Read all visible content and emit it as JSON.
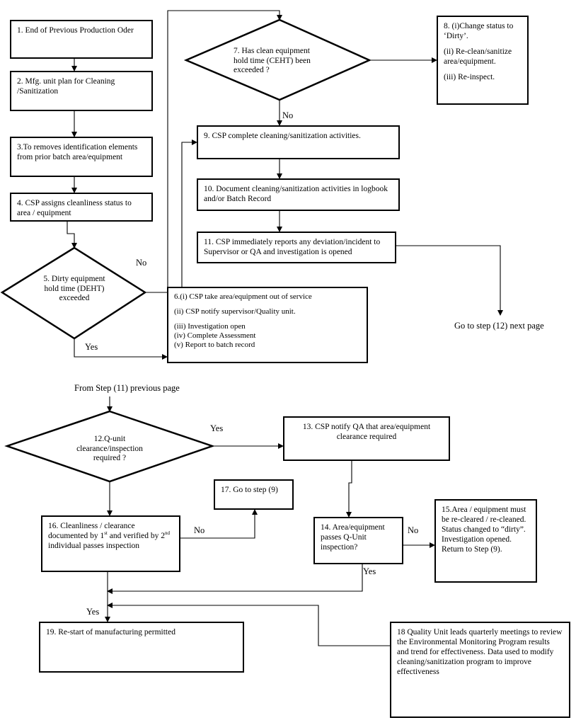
{
  "top": {
    "step1": "1. End of Previous Production Oder",
    "step2": "2. Mfg. unit plan for Cleaning /Sanitization",
    "step3": "3.To removes identification elements from prior batch area/equipment",
    "step4": "4. CSP assigns cleanliness status to area / equipment",
    "step5": "5. Dirty equipment hold time (DEHT) exceeded",
    "step6": [
      "6.(i) CSP take area/equipment out of service",
      "(ii) CSP notify supervisor/Quality unit.",
      "(iii) Investigation open",
      "(iv) Complete Assessment",
      "(v) Report to batch record"
    ],
    "step7": "7. Has clean equipment hold time (CEHT) been exceeded ?",
    "step8": [
      "8. (i)Change status to ‘Dirty’.",
      "(ii) Re-clean/sanitize area/equipment.",
      "(iii) Re-inspect."
    ],
    "step9": "9. CSP complete cleaning/sanitization activities.",
    "step10": "10. Document cleaning/sanitization activities in logbook and/or Batch Record",
    "step11": "11. CSP immediately reports any deviation/incident to Supervisor or QA and investigation is opened",
    "label_no_5": "No",
    "label_yes_5": "Yes",
    "label_no_7": "No",
    "goto12": "Go to step (12) next page"
  },
  "bottom": {
    "from11": "From Step (11) previous page",
    "step12": "12.Q-unit clearance/inspection required ?",
    "label_yes_12": "Yes",
    "step13": "13. CSP notify QA that area/equipment clearance required",
    "step14": "14. Area/equipment passes Q-Unit inspection?",
    "label_no_14": "No",
    "label_yes_14": "Yes",
    "step15": "15.Area / equipment must be re-cleared / re-cleaned. Status changed to “dirty”. Investigation opened. Return to Step (9).",
    "step16": {
      "a": "16. Cleanliness / clearance documented by 1",
      "sup1": "st",
      "b": " and verified by 2",
      "sup2": "nd",
      "c": " individual passes inspection"
    },
    "label_no_16": "No",
    "step17": "17. Go to step (9)",
    "label_yes_19": "Yes",
    "step18": "18 Quality Unit leads quarterly meetings to review the Environmental Monitoring Program results and trend for effectiveness. Data used to modify cleaning/sanitization program to improve effectiveness",
    "step19": "19. Re-start of manufacturing permitted"
  }
}
